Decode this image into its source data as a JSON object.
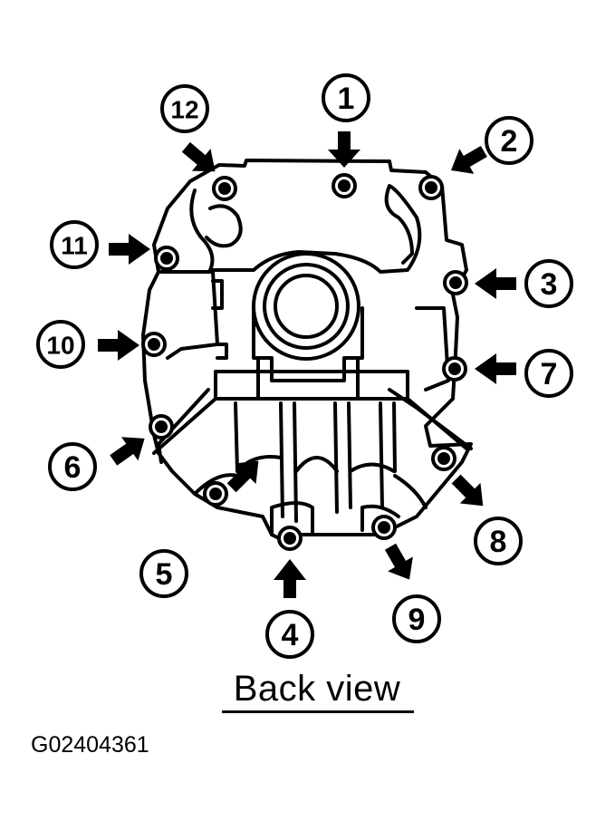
{
  "caption": "Back view",
  "figure_id": "G02404361",
  "callouts": [
    {
      "label": "1"
    },
    {
      "label": "2"
    },
    {
      "label": "3"
    },
    {
      "label": "4"
    },
    {
      "label": "5"
    },
    {
      "label": "6"
    },
    {
      "label": "7"
    },
    {
      "label": "8"
    },
    {
      "label": "9"
    },
    {
      "label": "10"
    },
    {
      "label": "11"
    },
    {
      "label": "12"
    }
  ],
  "colors": {
    "line": "#000000",
    "background": "#ffffff"
  }
}
